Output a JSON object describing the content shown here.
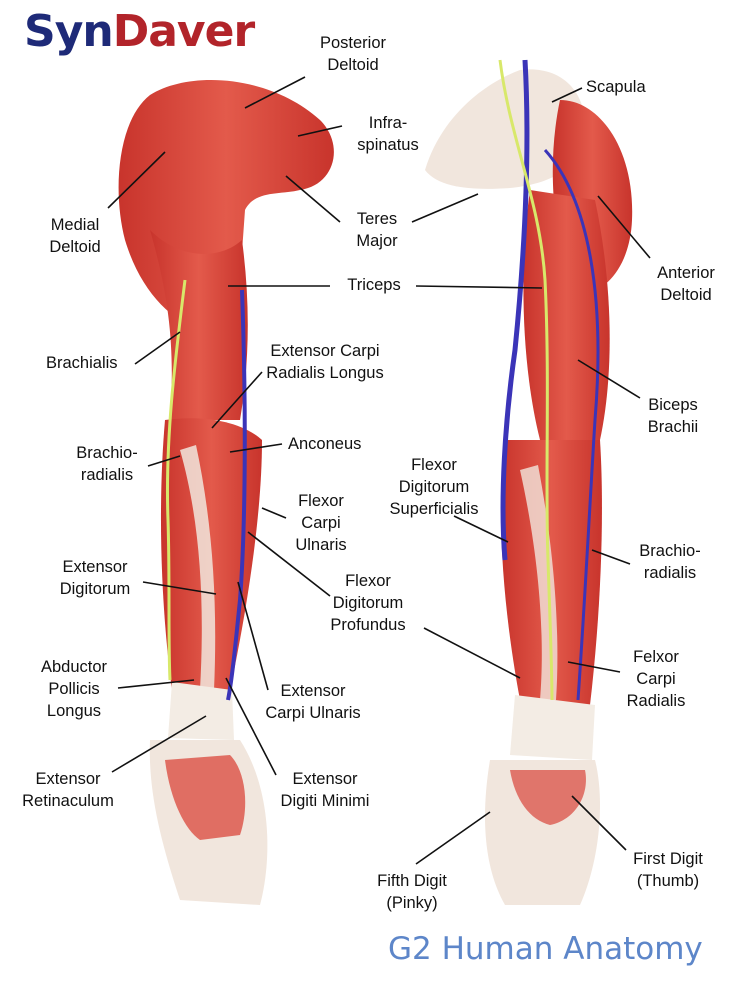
{
  "logo": {
    "part1": "Syn",
    "part2": "Daver"
  },
  "footer": "G2 Human Anatomy",
  "colors": {
    "logo_syn": "#1e2a78",
    "logo_daver": "#b2242a",
    "footer": "#5d86c9",
    "muscle": "#d9453a",
    "tendon": "#f1e6dd",
    "nerve": "#d8e86a",
    "vein": "#3b34b8"
  },
  "labels": {
    "posterior_deltoid": [
      "Posterior",
      "Deltoid"
    ],
    "infraspinatus": [
      "Infra-",
      "spinatus"
    ],
    "medial_deltoid": [
      "Medial",
      "Deltoid"
    ],
    "teres_major": [
      "Teres",
      "Major"
    ],
    "scapula": [
      "Scapula"
    ],
    "anterior_deltoid": [
      "Anterior",
      "Deltoid"
    ],
    "triceps": [
      "Triceps"
    ],
    "brachialis": [
      "Brachialis"
    ],
    "ecrl": [
      "Extensor Carpi",
      "Radialis Longus"
    ],
    "biceps_brachii": [
      "Biceps",
      "Brachii"
    ],
    "brachioradialis_left": [
      "Brachio-",
      "radialis"
    ],
    "anconeus": [
      "Anconeus"
    ],
    "fds": [
      "Flexor",
      "Digitorum",
      "Superficialis"
    ],
    "flexor_carpi_ulnaris": [
      "Flexor",
      "Carpi",
      "Ulnaris"
    ],
    "brachioradialis_right": [
      "Brachio-",
      "radialis"
    ],
    "extensor_digitorum": [
      "Extensor",
      "Digitorum"
    ],
    "fdp": [
      "Flexor",
      "Digitorum",
      "Profundus"
    ],
    "felxor_carpi_radialis": [
      "Felxor",
      "Carpi",
      "Radialis"
    ],
    "apl": [
      "Abductor",
      "Pollicis",
      "Longus"
    ],
    "extensor_carpi_ulnaris": [
      "Extensor",
      "Carpi Ulnaris"
    ],
    "extensor_retinaculum": [
      "Extensor",
      "Retinaculum"
    ],
    "extensor_digiti_minimi": [
      "Extensor",
      "Digiti Minimi"
    ],
    "fifth_digit": [
      "Fifth Digit",
      "(Pinky)"
    ],
    "first_digit": [
      "First Digit",
      "(Thumb)"
    ]
  }
}
